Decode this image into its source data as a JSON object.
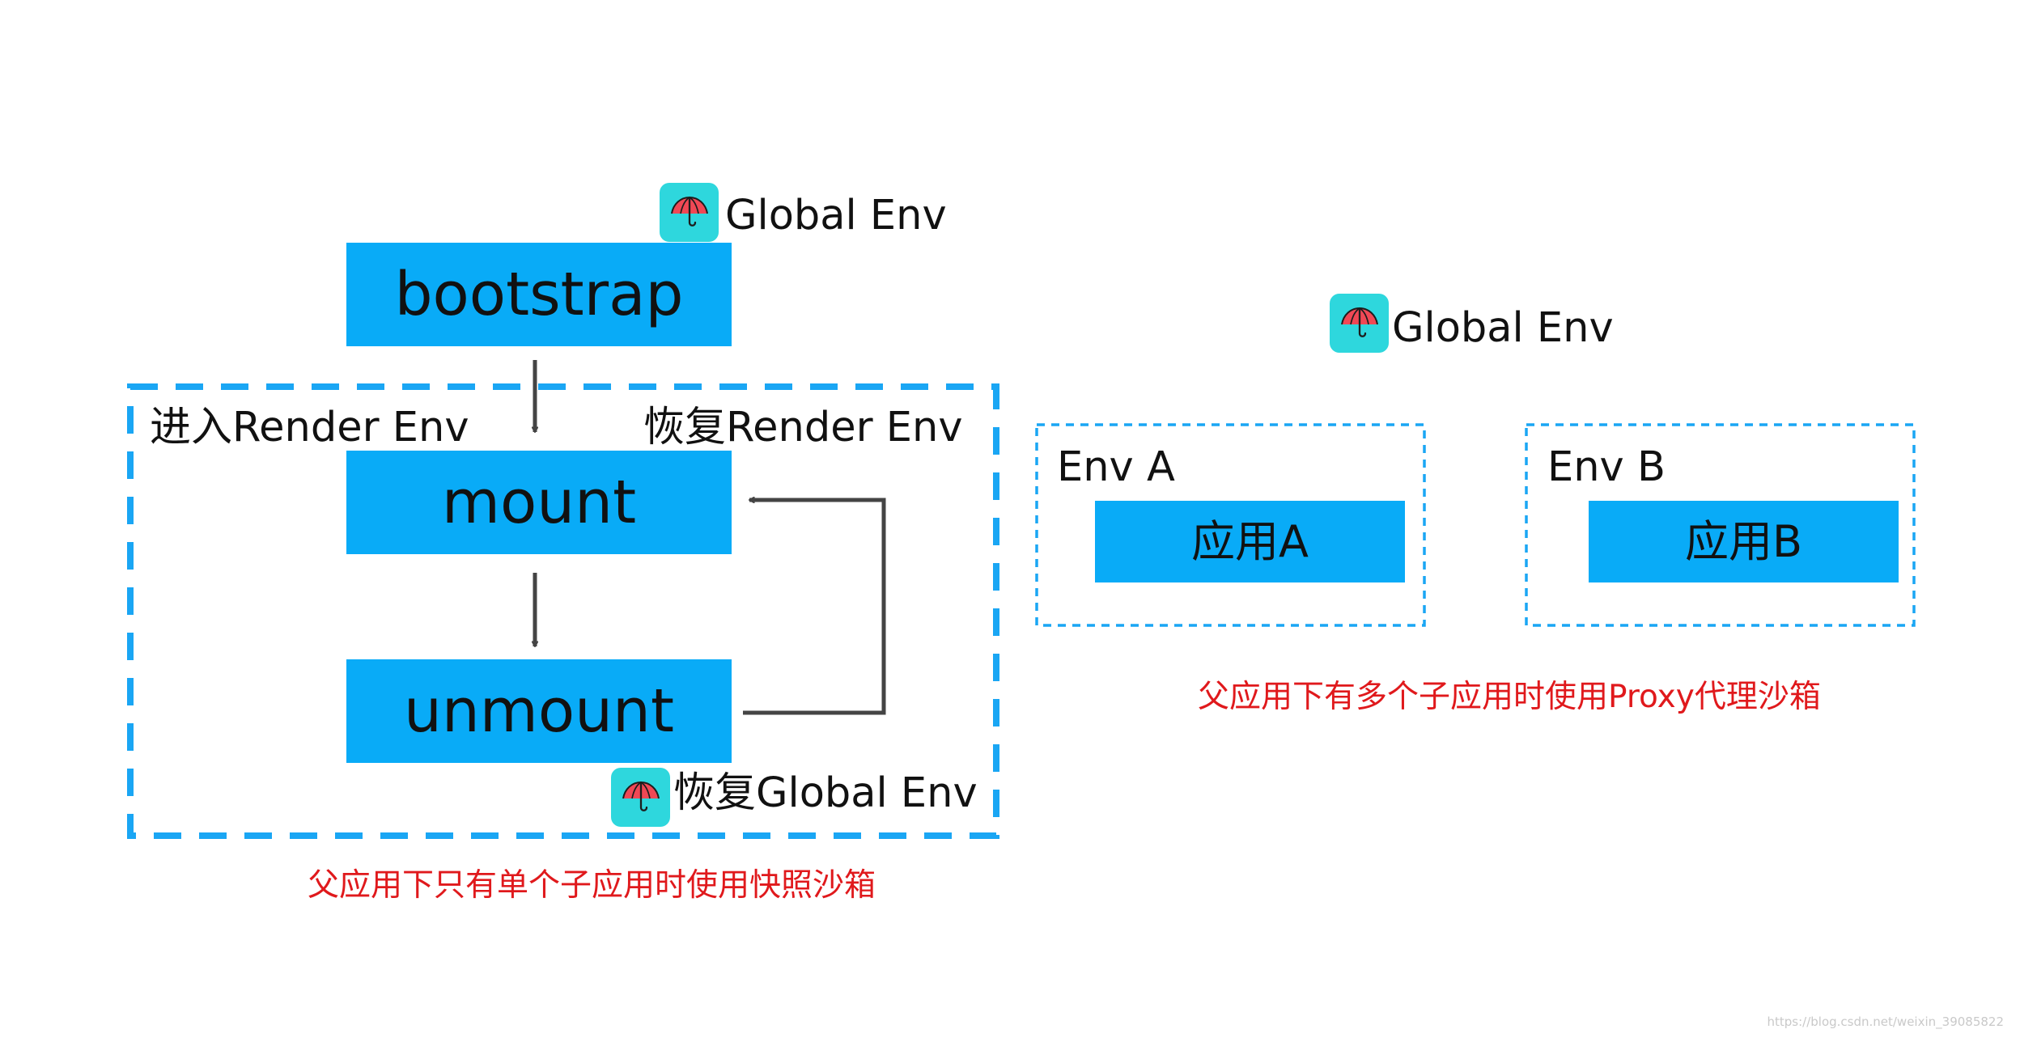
{
  "diagram": {
    "stages": {
      "bootstrap": "bootstrap",
      "mount": "mount",
      "unmount": "unmount"
    },
    "labels": {
      "top_global_env": "Global Env",
      "enter_render_env": "进入Render Env",
      "restore_render_env": "恢复Render Env",
      "restore_global_env": "恢复Global Env",
      "right_global_env": "Global Env",
      "env_a": "Env A",
      "env_b": "Env B",
      "app_a": "应用A",
      "app_b": "应用B"
    },
    "captions": {
      "snapshot": "父应用下只有单个子应用时使用快照沙箱",
      "proxy": "父应用下有多个子应用时使用Proxy代理沙箱"
    },
    "watermark": "https://blog.csdn.net/weixin_39085822",
    "colors": {
      "box_fill": "#09abf7",
      "dashed_border": "#1aa6f4",
      "arrow": "#444444",
      "caption_red": "#e0191c",
      "umbrella_bg": "#2ed7dd",
      "umbrella_red": "#f04855"
    },
    "icons": {
      "global_env": "umbrella-icon"
    }
  }
}
